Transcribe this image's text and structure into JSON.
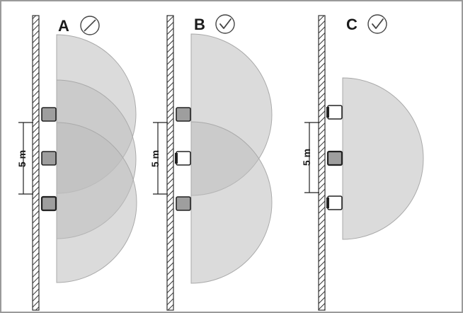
{
  "panels": [
    {
      "letter": "A",
      "status": "not-allowed",
      "status_icon": "prohibited-icon",
      "distance_label": "5 m"
    },
    {
      "letter": "B",
      "status": "allowed",
      "status_icon": "checkmark-icon",
      "distance_label": "5 m"
    },
    {
      "letter": "C",
      "status": "allowed",
      "status_icon": "checkmark-icon",
      "distance_label": "5 m"
    }
  ],
  "colors": {
    "coverage_fill": "#bdbdbd",
    "sensor_active": "#9e9e9e",
    "sensor_inactive": "#ffffff",
    "wall_hatch": "#333333",
    "frame_border": "#9a9a9a"
  }
}
